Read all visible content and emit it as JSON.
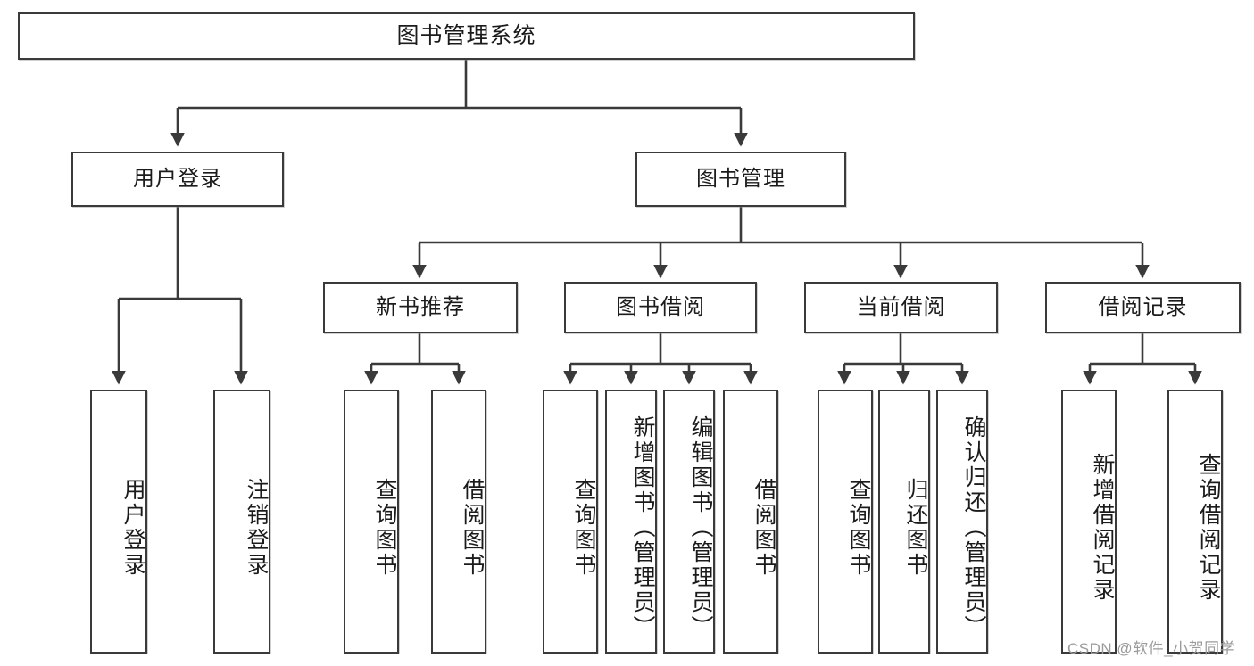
{
  "diagram": {
    "type": "tree-hierarchy-diagram",
    "title": "图书管理系统",
    "level2": [
      {
        "id": "user-login",
        "label": "用户登录"
      },
      {
        "id": "book-management",
        "label": "图书管理"
      }
    ],
    "level3": [
      {
        "id": "new-book-recommend",
        "label": "新书推荐",
        "parent": "book-management"
      },
      {
        "id": "book-borrow",
        "label": "图书借阅",
        "parent": "book-management"
      },
      {
        "id": "current-borrow",
        "label": "当前借阅",
        "parent": "book-management"
      },
      {
        "id": "borrow-record",
        "label": "借阅记录",
        "parent": "book-management"
      }
    ],
    "leaves": {
      "user-login": [
        {
          "id": "leaf-user-login",
          "label": "用户登录"
        },
        {
          "id": "leaf-logout-login",
          "label": "注销登录"
        }
      ],
      "new-book-recommend": [
        {
          "id": "leaf-query-book-1",
          "label": "查询图书"
        },
        {
          "id": "leaf-borrow-book-1",
          "label": "借阅图书"
        }
      ],
      "book-borrow": [
        {
          "id": "leaf-query-book-2",
          "label": "查询图书"
        },
        {
          "id": "leaf-add-book",
          "label": "新增图书（管理员）"
        },
        {
          "id": "leaf-edit-book",
          "label": "编辑图书（管理员）"
        },
        {
          "id": "leaf-borrow-book-2",
          "label": "借阅图书"
        }
      ],
      "current-borrow": [
        {
          "id": "leaf-query-book-3",
          "label": "查询图书"
        },
        {
          "id": "leaf-return-book",
          "label": "归还图书"
        },
        {
          "id": "leaf-confirm-return",
          "label": "确认归还（管理员）"
        }
      ],
      "borrow-record": [
        {
          "id": "leaf-add-record",
          "label": "新增借阅记录"
        },
        {
          "id": "leaf-query-record",
          "label": "查询借阅记录"
        }
      ]
    }
  },
  "watermark": {
    "text": "CSDN @软件_小贺同学"
  },
  "colors": {
    "border": "#3a3a3a",
    "text": "#1b1b1b",
    "background": "#ffffff",
    "watermark": "#9b9b9b"
  }
}
